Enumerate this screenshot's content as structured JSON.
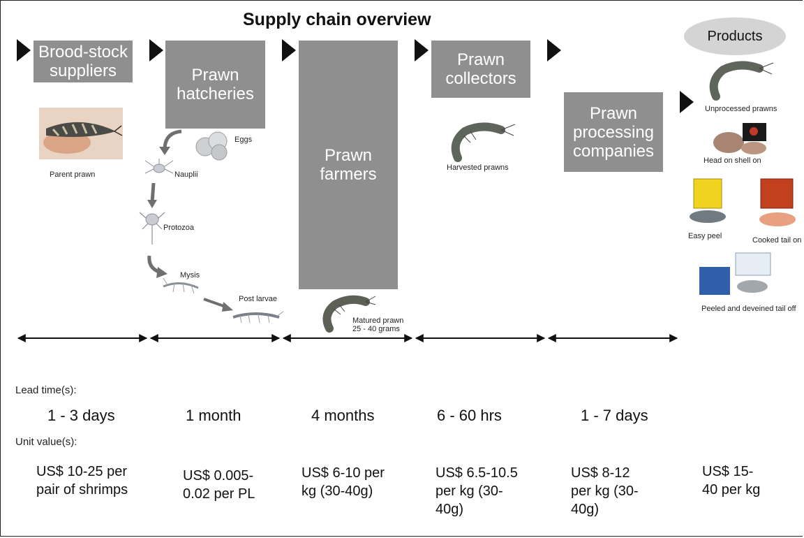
{
  "title": "Supply chain overview",
  "stages": [
    {
      "label": "Brood-stock\nsuppliers"
    },
    {
      "label": "Prawn\nhatcheries"
    },
    {
      "label": "Prawn\nfarmers"
    },
    {
      "label": "Prawn\ncollectors"
    },
    {
      "label": "Prawn\nprocessing\ncompanies"
    }
  ],
  "products_label": "Products",
  "image_captions": {
    "parent_prawn": "Parent prawn",
    "eggs": "Eggs",
    "nauplii": "Nauplii",
    "protozoa": "Protozoa",
    "mysis": "Mysis",
    "post_larvae": "Post larvae",
    "matured_prawn": "Matured prawn",
    "matured_weight": "25 - 40 grams",
    "harvested": "Harvested prawns"
  },
  "products": [
    "Unprocessed prawns",
    "Head on shell on",
    "Easy peel",
    "Cooked tail on",
    "Peeled and deveined tail off"
  ],
  "lead_time_label": "Lead time(s):",
  "lead_times": [
    "1 - 3 days",
    "1 month",
    "4 months",
    "6 - 60 hrs",
    "1 - 7 days"
  ],
  "unit_value_label": "Unit value(s):",
  "unit_values": [
    "US$ 10-25 per\npair of shrimps",
    "US$ 0.005-\n0.02 per PL",
    "US$ 6-10 per\nkg (30-40g)",
    "US$ 6.5-10.5\nper kg (30-\n40g)",
    "US$ 8-12\nper kg (30-\n40g)",
    "US$ 15-\n40 per kg"
  ],
  "colors": {
    "stage_box": "#8f8f8f",
    "products_oval": "#d4d4d4",
    "arrow": "#111111"
  }
}
